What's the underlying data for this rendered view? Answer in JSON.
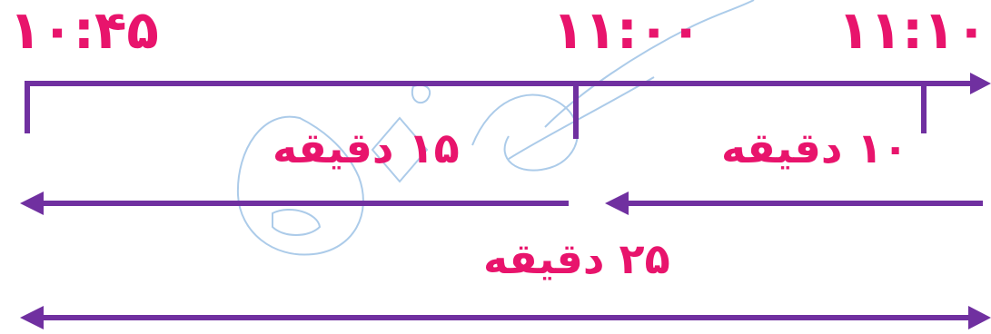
{
  "timeline": {
    "start_time": "۱۰:۴۵",
    "middle_time": "۱۱:۰۰",
    "end_time": "۱۱:۱۰"
  },
  "durations": {
    "first_segment": "۱۵ دقیقه",
    "second_segment": "۱۰ دقیقه",
    "total": "۲۵ دقیقه"
  },
  "watermark": {
    "text": "سمیه زاده"
  },
  "colors": {
    "label": "#e8146c",
    "line": "#7030a0",
    "watermark_outline": "#9ec3e6"
  }
}
